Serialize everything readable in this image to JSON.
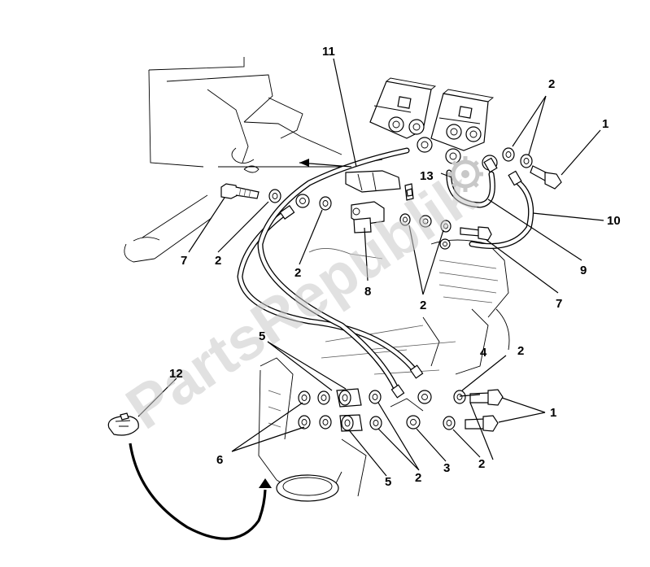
{
  "diagram": {
    "watermark": "PartsRepublik",
    "callouts": [
      {
        "id": "c1a",
        "text": "1"
      },
      {
        "id": "c1b",
        "text": "1"
      },
      {
        "id": "c2a",
        "text": "2"
      },
      {
        "id": "c2b",
        "text": "2"
      },
      {
        "id": "c2c",
        "text": "2"
      },
      {
        "id": "c2d",
        "text": "2"
      },
      {
        "id": "c2e",
        "text": "2"
      },
      {
        "id": "c2f",
        "text": "2"
      },
      {
        "id": "c2g",
        "text": "2"
      },
      {
        "id": "c3",
        "text": "3"
      },
      {
        "id": "c4",
        "text": "4"
      },
      {
        "id": "c5a",
        "text": "5"
      },
      {
        "id": "c5b",
        "text": "5"
      },
      {
        "id": "c6",
        "text": "6"
      },
      {
        "id": "c7a",
        "text": "7"
      },
      {
        "id": "c7b",
        "text": "7"
      },
      {
        "id": "c8",
        "text": "8"
      },
      {
        "id": "c9",
        "text": "9"
      },
      {
        "id": "c10",
        "text": "10"
      },
      {
        "id": "c11",
        "text": "11"
      },
      {
        "id": "c12",
        "text": "12"
      },
      {
        "id": "c13",
        "text": "13"
      }
    ]
  }
}
